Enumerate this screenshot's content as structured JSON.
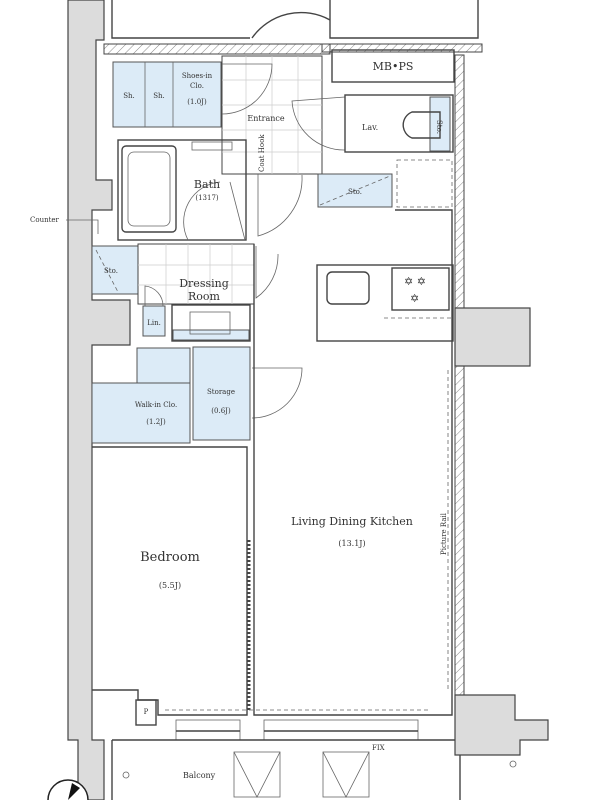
{
  "rooms": {
    "mbps": "MB•PS",
    "shoes_sh1": "Sh.",
    "shoes_sh2": "Sh.",
    "shoes_label1": "Shoes-in",
    "shoes_label2": "Clo.",
    "shoes_size": "(1.0J)",
    "entrance": "Entrance",
    "coat_hook": "Coat Hook",
    "lav": "Lav.",
    "lav_sto": "Sto.",
    "sto_center": "Sto.",
    "bath": "Bath",
    "bath_size": "(1317)",
    "counter": "Counter",
    "sto_left": "Sto.",
    "dressing1": "Dressing",
    "dressing2": "Room",
    "linen": "Lin.",
    "walkin": "Walk-in Clo.",
    "walkin_size": "(1.2J)",
    "storage": "Storage",
    "storage_size": "(0.6J)",
    "ldk": "Living Dining Kitchen",
    "ldk_size": "(13.1J)",
    "picture_rail": "Picture Rail",
    "bedroom": "Bedroom",
    "bedroom_size": "(5.5J)",
    "pipe": "P",
    "fix": "FIX",
    "balcony": "Balcony"
  }
}
